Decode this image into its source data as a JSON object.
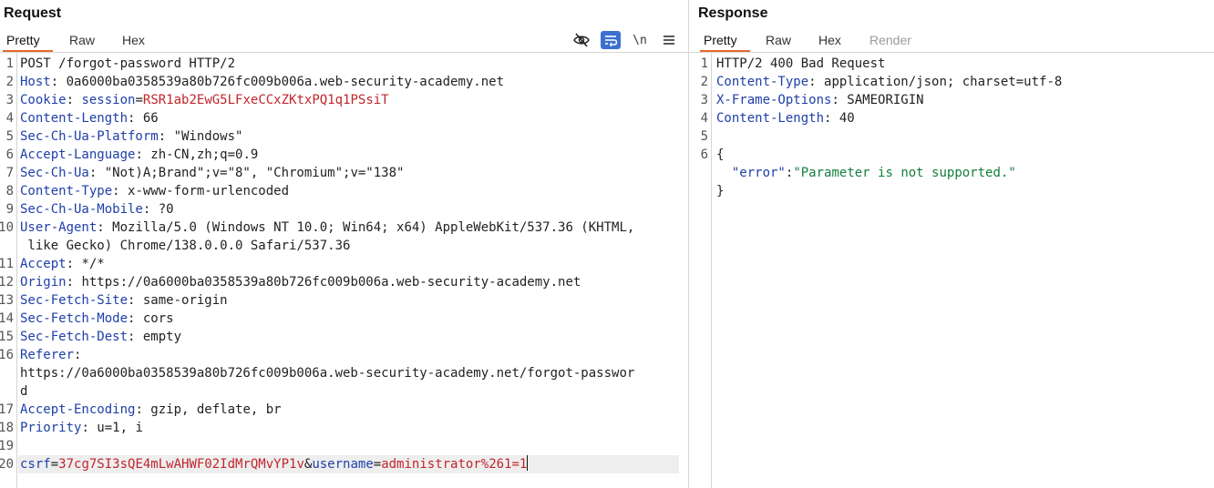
{
  "request": {
    "title": "Request",
    "tabs": [
      "Pretty",
      "Raw",
      "Hex"
    ],
    "toolbar": {
      "newline_label": "\\n"
    },
    "lines": [
      {
        "n": "1",
        "key": "POST /forgot-password HTTP/2",
        "val": ""
      },
      {
        "n": "2",
        "key": "Host",
        "val": "0a6000ba0358539a80b726fc009b006a.web-security-academy.net"
      },
      {
        "n": "3",
        "key": "Cookie",
        "cookie_name": "session",
        "cookie_val": "RSR1ab2EwG5LFxeCCxZKtxPQ1q1PSsiT"
      },
      {
        "n": "4",
        "key": "Content-Length",
        "val": "66"
      },
      {
        "n": "5",
        "key": "Sec-Ch-Ua-Platform",
        "val": "\"Windows\""
      },
      {
        "n": "6",
        "key": "Accept-Language",
        "val": "zh-CN,zh;q=0.9"
      },
      {
        "n": "7",
        "key": "Sec-Ch-Ua",
        "val": "\"Not)A;Brand\";v=\"8\", \"Chromium\";v=\"138\""
      },
      {
        "n": "8",
        "key": "Content-Type",
        "val": "x-www-form-urlencoded"
      },
      {
        "n": "9",
        "key": "Sec-Ch-Ua-Mobile",
        "val": "?0"
      },
      {
        "n": "10",
        "key": "User-Agent",
        "val": "Mozilla/5.0 (Windows NT 10.0; Win64; x64) AppleWebKit/537.36 (KHTML,"
      },
      {
        "n": "",
        "key": "",
        "val": " like Gecko) Chrome/138.0.0.0 Safari/537.36"
      },
      {
        "n": "11",
        "key": "Accept",
        "val": "*/*"
      },
      {
        "n": "12",
        "key": "Origin",
        "val": "https://0a6000ba0358539a80b726fc009b006a.web-security-academy.net"
      },
      {
        "n": "13",
        "key": "Sec-Fetch-Site",
        "val": "same-origin"
      },
      {
        "n": "14",
        "key": "Sec-Fetch-Mode",
        "val": "cors"
      },
      {
        "n": "15",
        "key": "Sec-Fetch-Dest",
        "val": "empty"
      },
      {
        "n": "16",
        "key": "Referer",
        "val": ""
      },
      {
        "n": "",
        "key": "",
        "val": "https://0a6000ba0358539a80b726fc009b006a.web-security-academy.net/forgot-passwor"
      },
      {
        "n": "",
        "key": "",
        "val": "d"
      },
      {
        "n": "17",
        "key": "Accept-Encoding",
        "val": "gzip, deflate, br"
      },
      {
        "n": "18",
        "key": "Priority",
        "val": "u=1, i"
      },
      {
        "n": "19",
        "key": "",
        "val": ""
      },
      {
        "n": "20",
        "body": [
          {
            "k": "csrf",
            "v": "37cg7SI3sQE4mLwAHWF02IdMrQMvYP1v"
          },
          {
            "k": "username",
            "v": "administrator%261=1"
          }
        ]
      }
    ]
  },
  "response": {
    "title": "Response",
    "tabs": [
      "Pretty",
      "Raw",
      "Hex",
      "Render"
    ],
    "lines": [
      {
        "n": "1",
        "key": "HTTP/2 400 Bad Request",
        "val": ""
      },
      {
        "n": "2",
        "key": "Content-Type",
        "val": "application/json; charset=utf-8"
      },
      {
        "n": "3",
        "key": "X-Frame-Options",
        "val": "SAMEORIGIN"
      },
      {
        "n": "4",
        "key": "Content-Length",
        "val": "40"
      },
      {
        "n": "5",
        "key": "",
        "val": ""
      },
      {
        "n": "6",
        "raw": "{"
      },
      {
        "n": "",
        "json_key": "\"error\"",
        "json_val": "\"Parameter is not supported.\""
      },
      {
        "n": "",
        "raw": "}"
      }
    ]
  },
  "colors": {
    "accent": "#e8692b",
    "header_key": "#1e3fa8",
    "value_red": "#c0262d",
    "json_string": "#13803b",
    "toolbar_active": "#3d6fd0"
  }
}
